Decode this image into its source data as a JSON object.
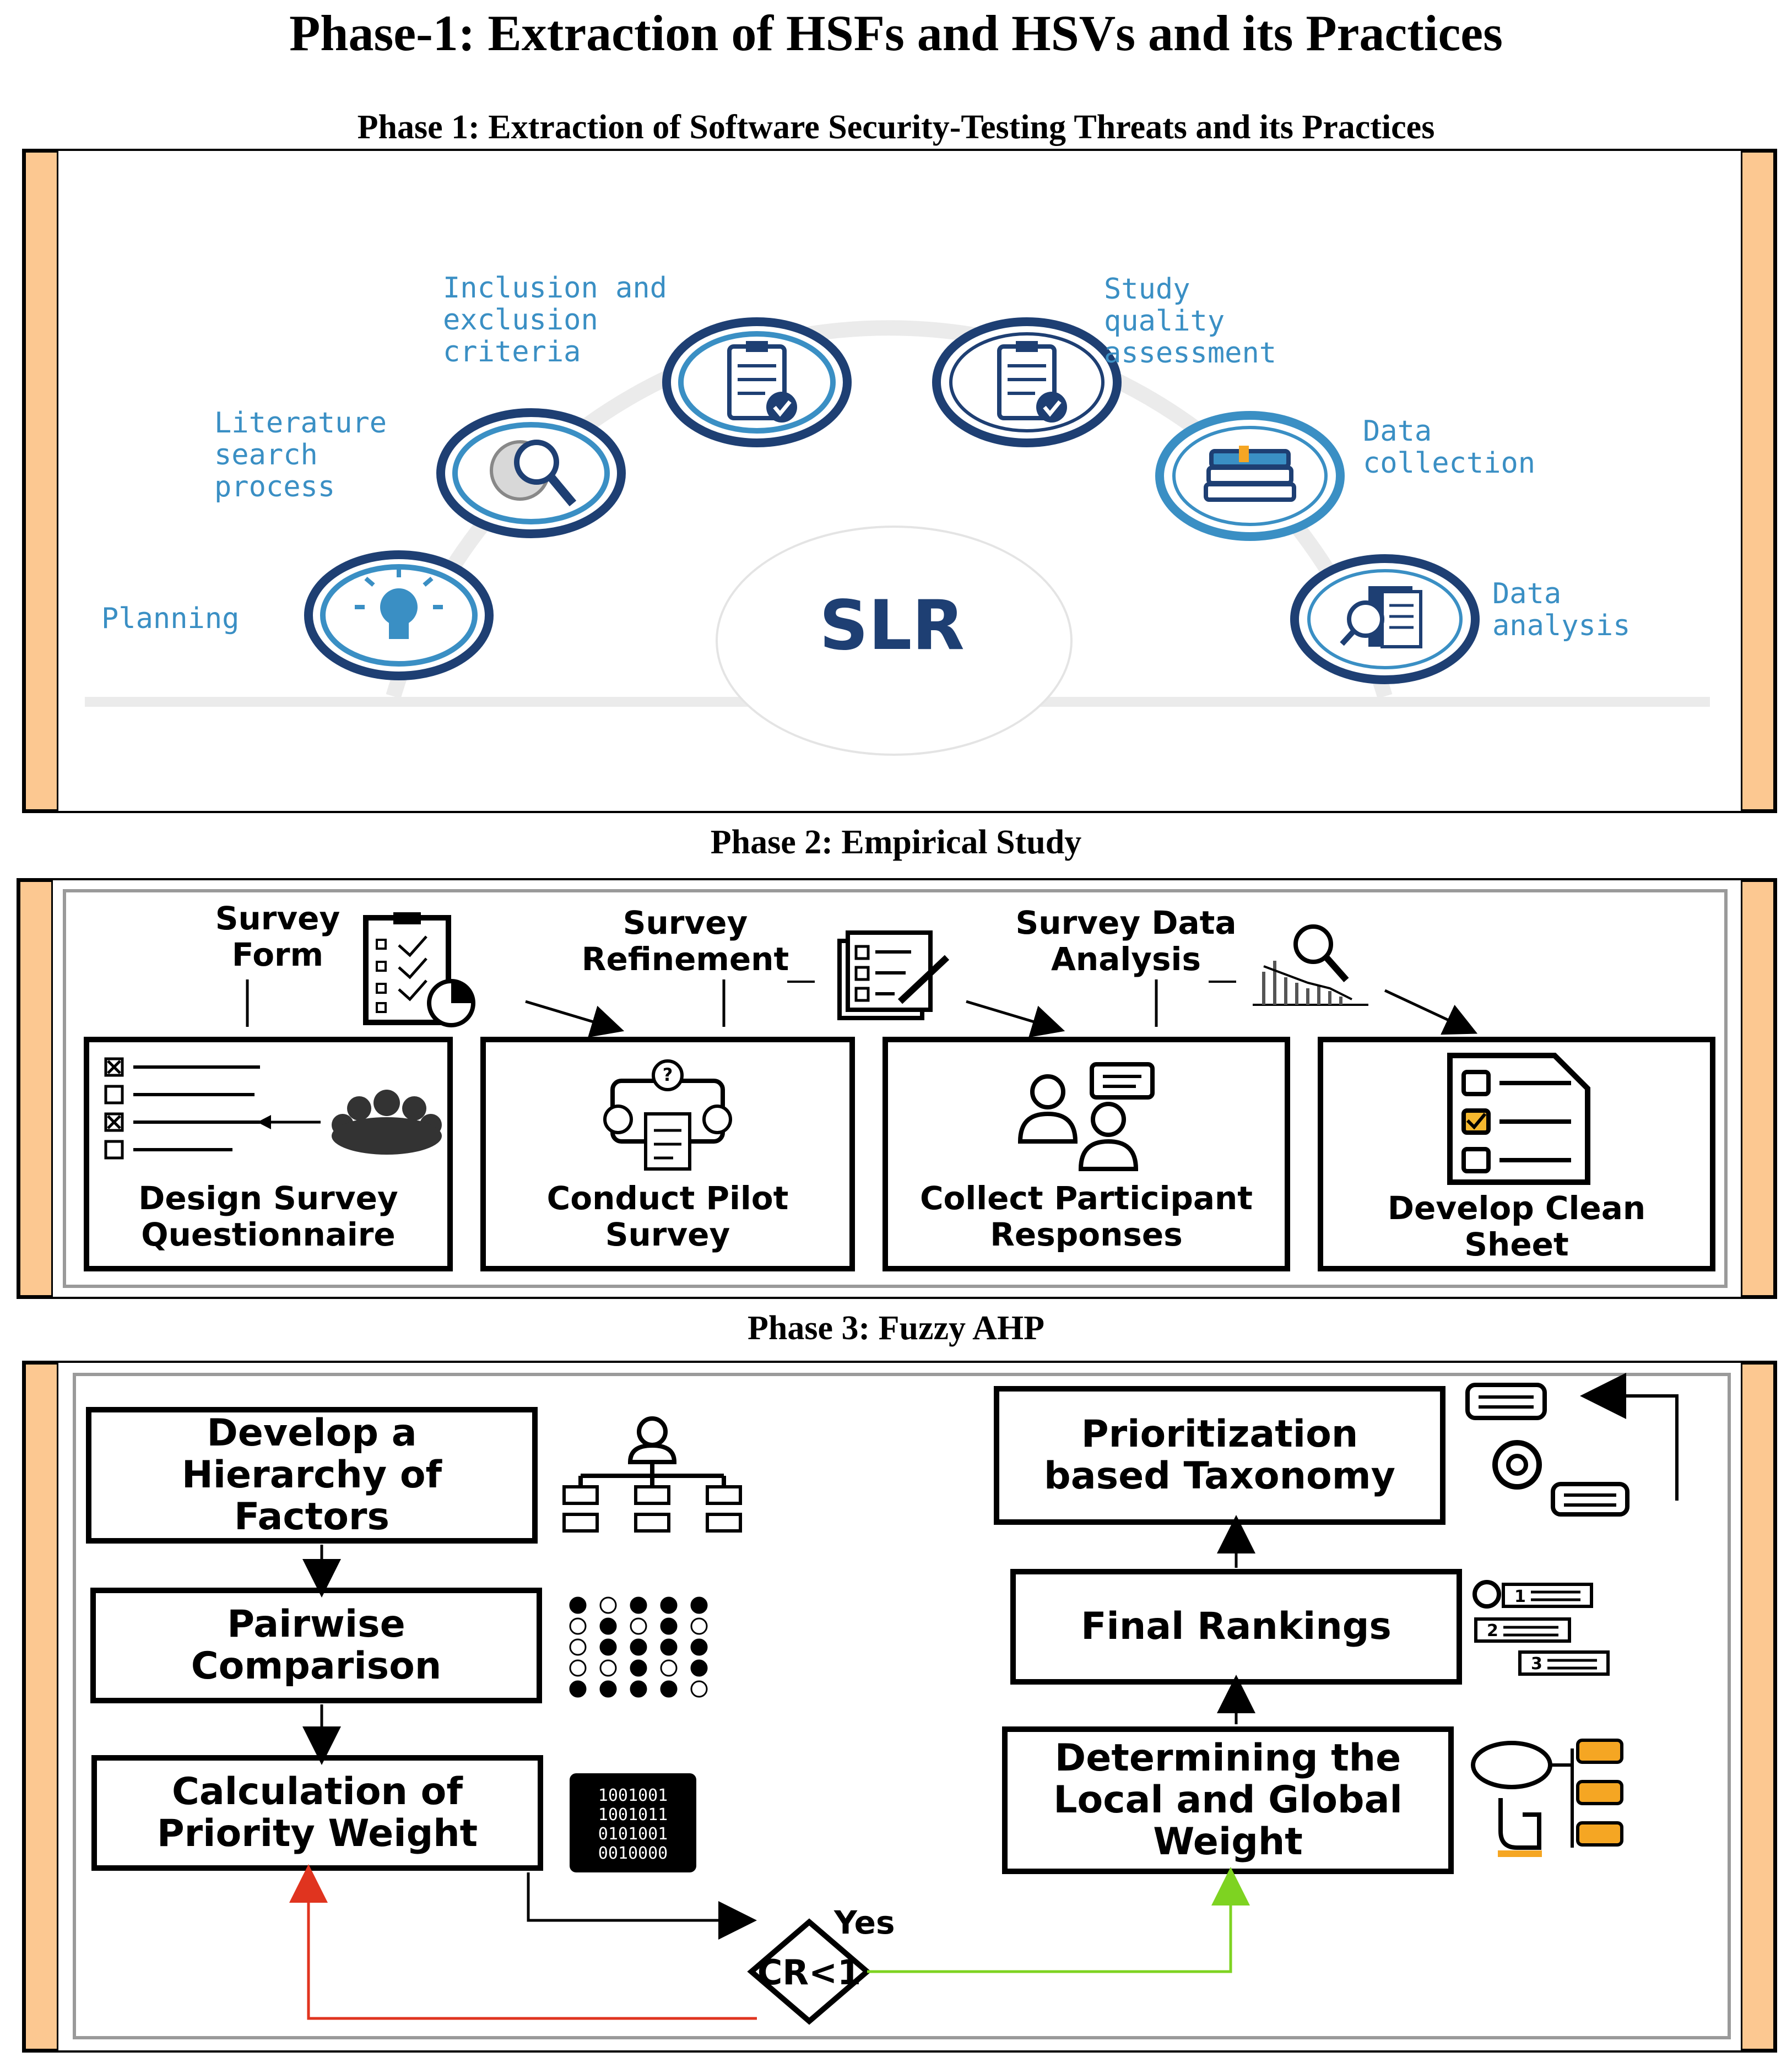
{
  "main_title": "Phase-1: Extraction of HSFs and HSVs and its Practices",
  "phase1": {
    "title": "Phase 1: Extraction of Software Security-Testing Threats and its Practices",
    "center_label": "SLR",
    "steps": [
      {
        "label": "Planning",
        "icon": "lightbulb-icon"
      },
      {
        "label": "Literature\nsearch\nprocess",
        "icon": "globe-search-icon"
      },
      {
        "label": "Inclusion  and\nexclusion\ncriteria",
        "icon": "checklist-icon"
      },
      {
        "label": "Study\n quality\n  assessment",
        "icon": "checklist-icon"
      },
      {
        "label": "Data\n collection",
        "icon": "books-icon"
      },
      {
        "label": "Data\n  analysis",
        "icon": "document-search-icon"
      }
    ],
    "colors": {
      "ring": "#1e3f73",
      "ring_inner": "#3a8fc4",
      "text": "#3a8fc4",
      "sidebar": "#fcc891"
    }
  },
  "phase2": {
    "title": "Phase 2: Empirical Study",
    "labels": [
      "Survey\nForm",
      "Survey\nRefinement",
      "Survey Data\nAnalysis"
    ],
    "boxes": [
      "Design Survey\nQuestionnaire",
      "Conduct Pilot\nSurvey",
      "Collect Participant\nResponses",
      "Develop Clean\nSheet"
    ]
  },
  "phase3": {
    "title": "Phase 3: Fuzzy AHP",
    "left_steps": [
      "Develop a\nHierarchy of\nFactors",
      "Pairwise\nComparison",
      "Calculation of\nPriority Weight"
    ],
    "right_steps": [
      "Prioritization\nbased Taxonomy",
      "Final Rankings",
      "Determining the\nLocal and Global\nWeight"
    ],
    "decision": "CR<1",
    "yes_label": "Yes",
    "colors": {
      "yes_arrow": "#7ed321",
      "no_arrow": "#e0341f"
    }
  }
}
